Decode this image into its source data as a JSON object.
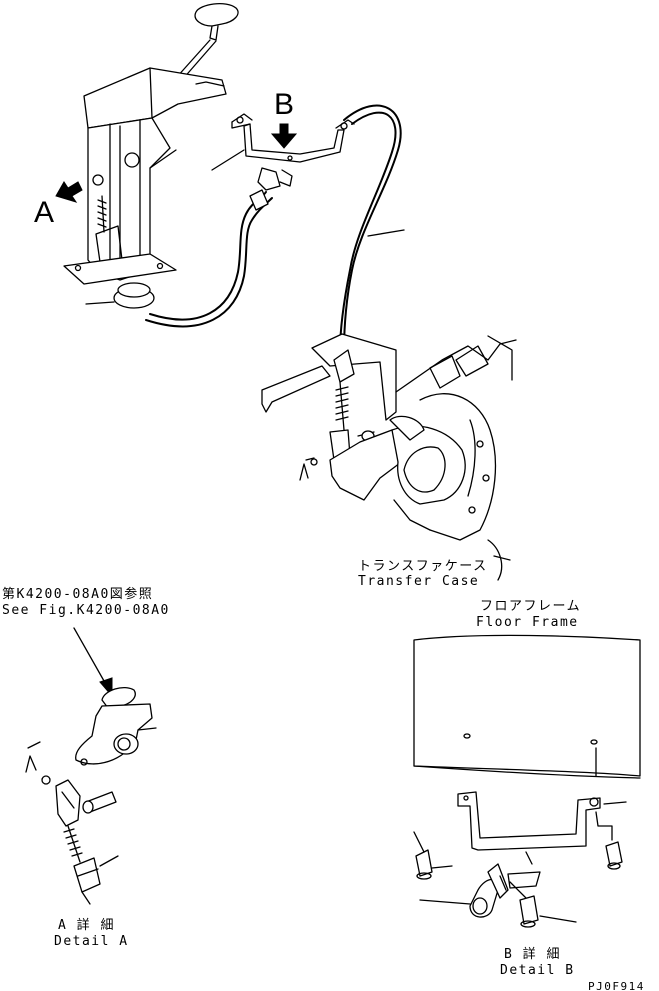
{
  "callouts": {
    "view_a": "A",
    "view_b": "B"
  },
  "labels": {
    "transfer_case_jp": "トランスファケース",
    "transfer_case_en": "Transfer Case",
    "ref_jp": "第K4200-08A0図参照",
    "ref_en": "See Fig.K4200-08A0",
    "floor_frame_jp": "フロアフレーム",
    "floor_frame_en": "Floor Frame",
    "detail_a_jp": "A 詳 細",
    "detail_a_en": "Detail A",
    "detail_b_jp": "B 詳 細",
    "detail_b_en": "Detail B",
    "drawing_code": "PJ0F914"
  }
}
